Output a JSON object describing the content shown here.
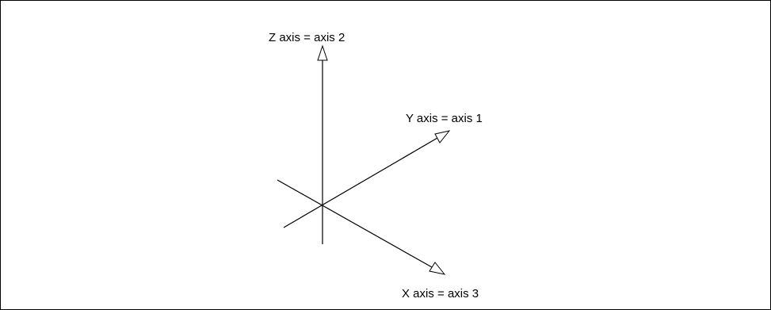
{
  "labels": {
    "z_axis": "Z axis = axis 2",
    "y_axis": "Y axis = axis 1",
    "x_axis": "X axis = axis 3"
  }
}
